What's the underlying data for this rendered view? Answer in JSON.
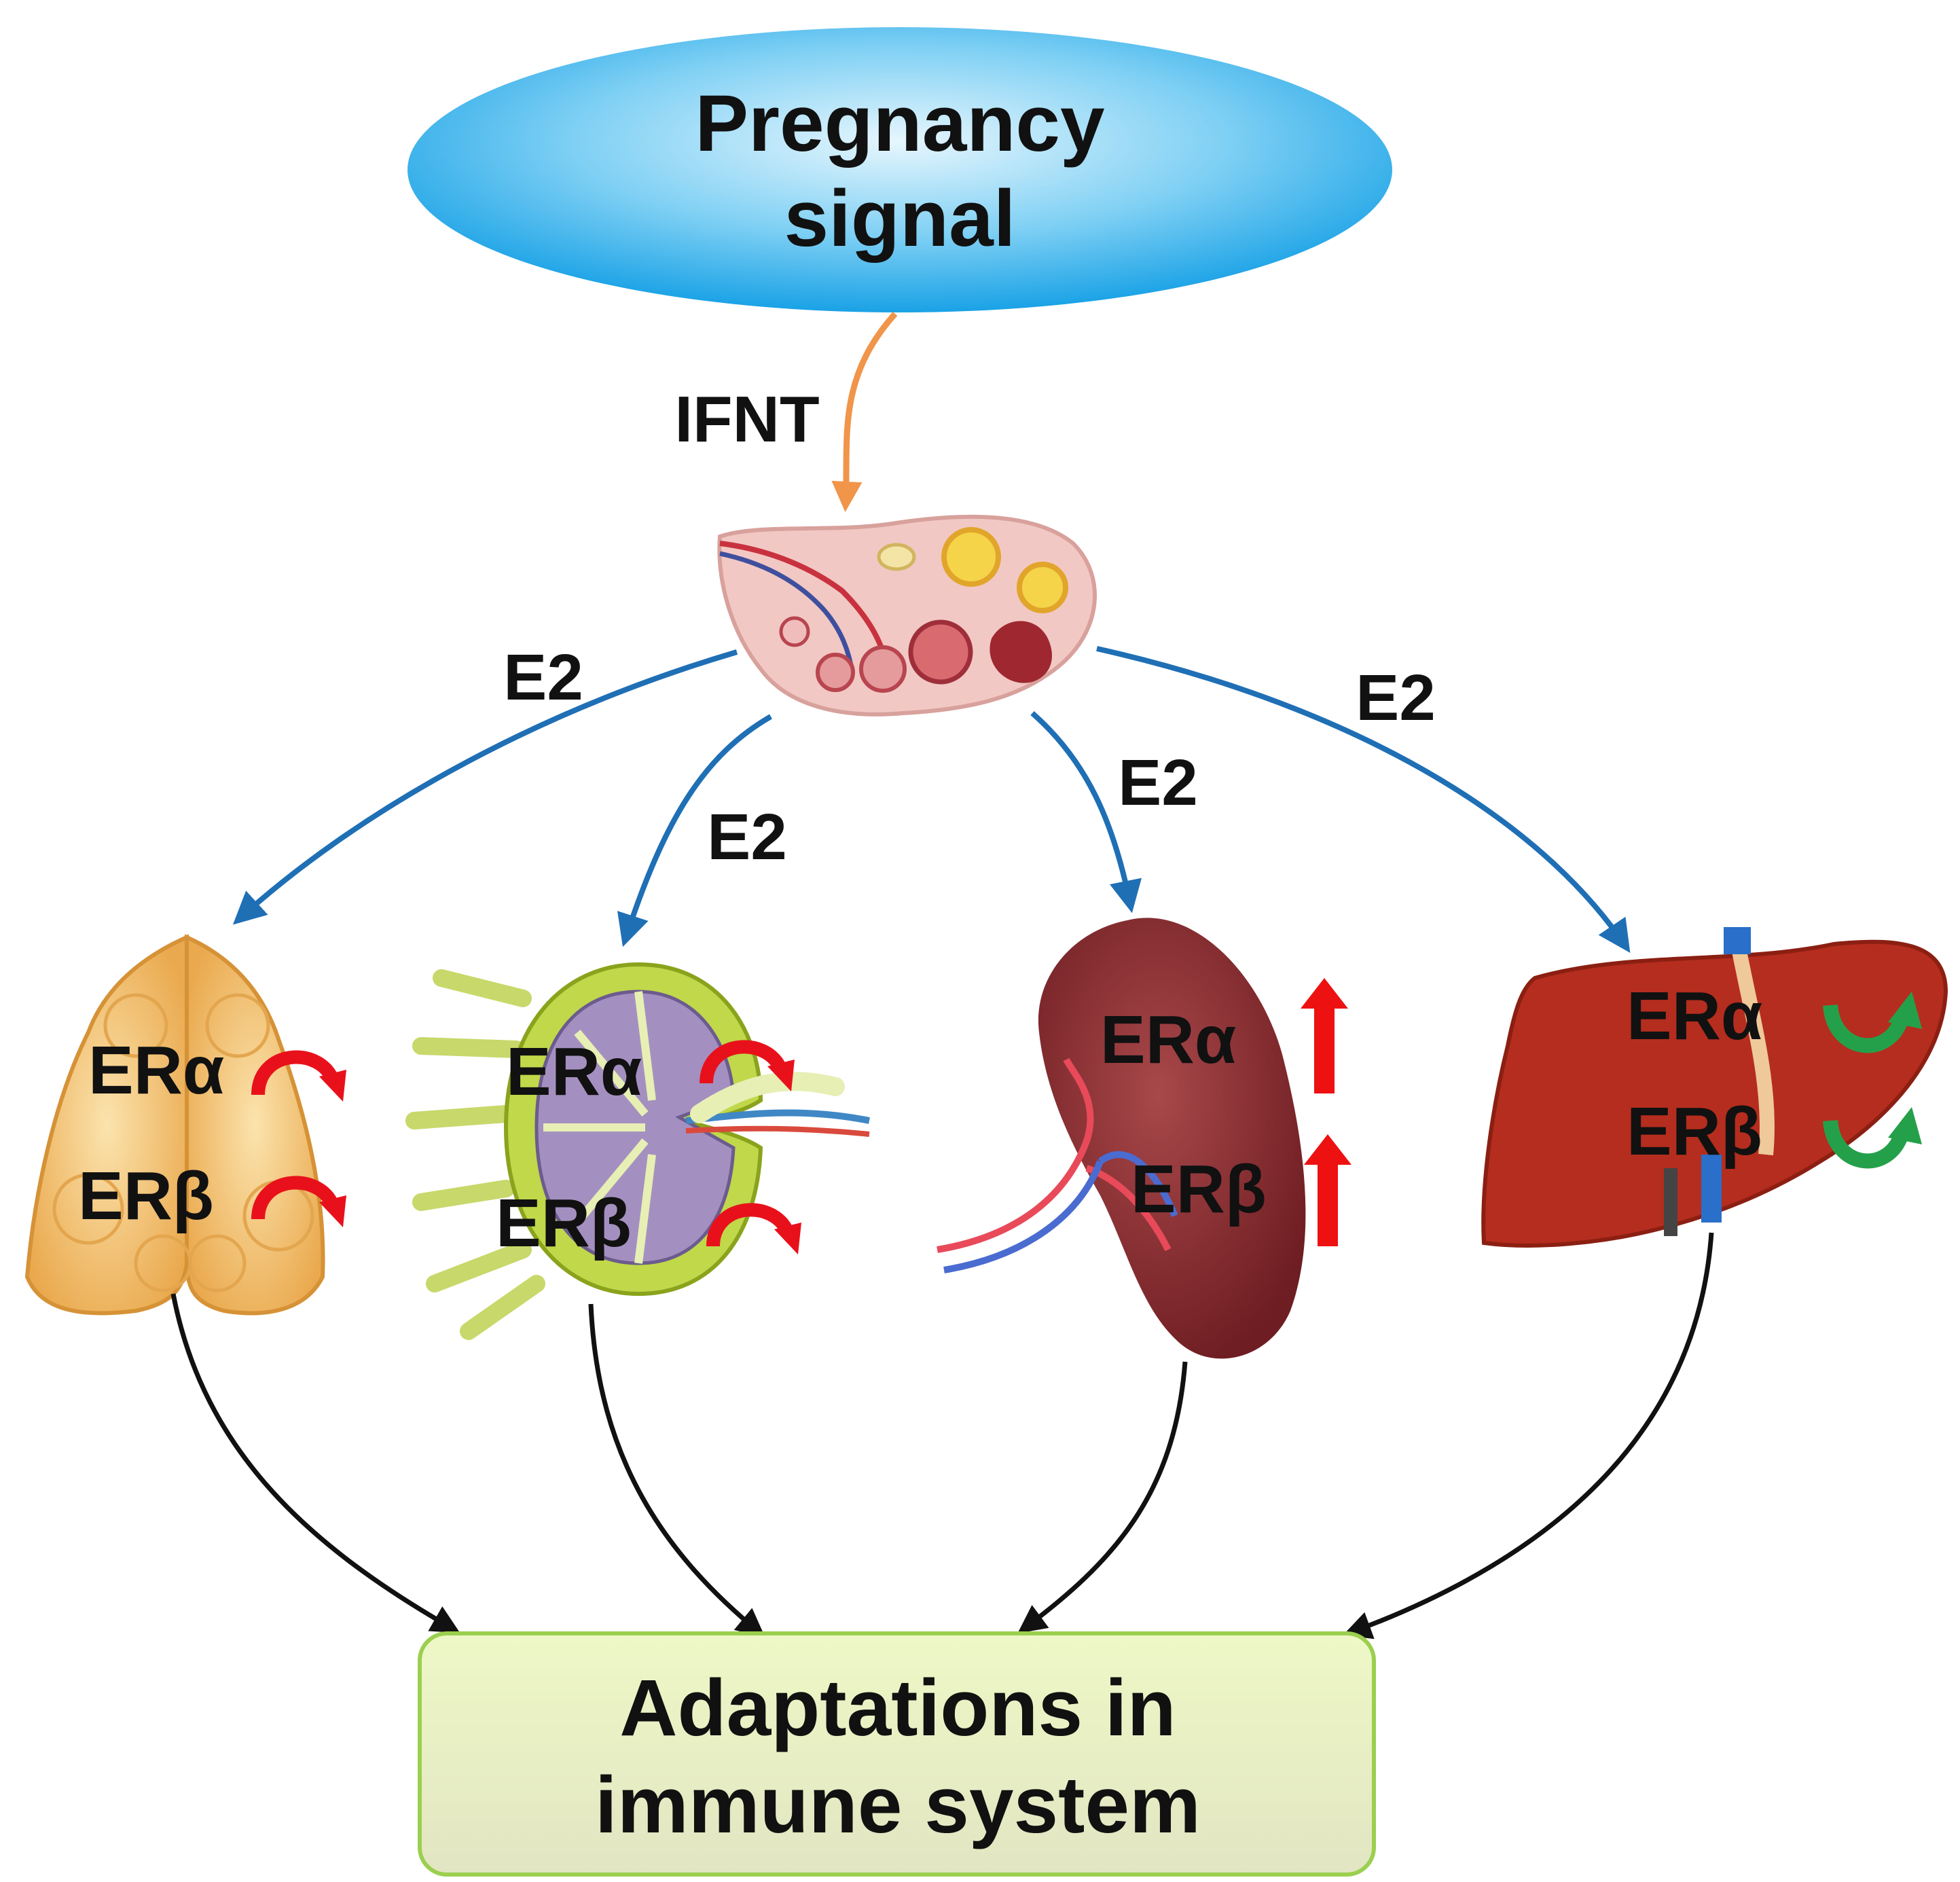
{
  "source": {
    "line1": "Pregnancy",
    "line2": "signal"
  },
  "signal_label": "IFNT",
  "hormone_labels": [
    "E2",
    "E2",
    "E2",
    "E2"
  ],
  "organs": [
    {
      "receptor_a": "ERα",
      "receptor_b": "ERβ",
      "change": "curved-red-arrow"
    },
    {
      "receptor_a": "ERα",
      "receptor_b": "ERβ",
      "change": "curved-red-arrow"
    },
    {
      "receptor_a": "ERα",
      "receptor_b": "ERβ",
      "change": "up-red-arrow"
    },
    {
      "receptor_a": "ERα",
      "receptor_b": "ERβ",
      "change": "green-u-arrow"
    }
  ],
  "outcome": {
    "line1": "Adaptations in",
    "line2": "immune system"
  },
  "colors": {
    "ellipse": "#2aa9e8",
    "ifnt_arrow": "#f0954a",
    "e2_arrow": "#1f6fb5",
    "outcome_box": "#e9f3c3",
    "up_arrow": "#ee1111",
    "curved_arrow": "#e8111b",
    "green_arrow": "#25a04a"
  }
}
